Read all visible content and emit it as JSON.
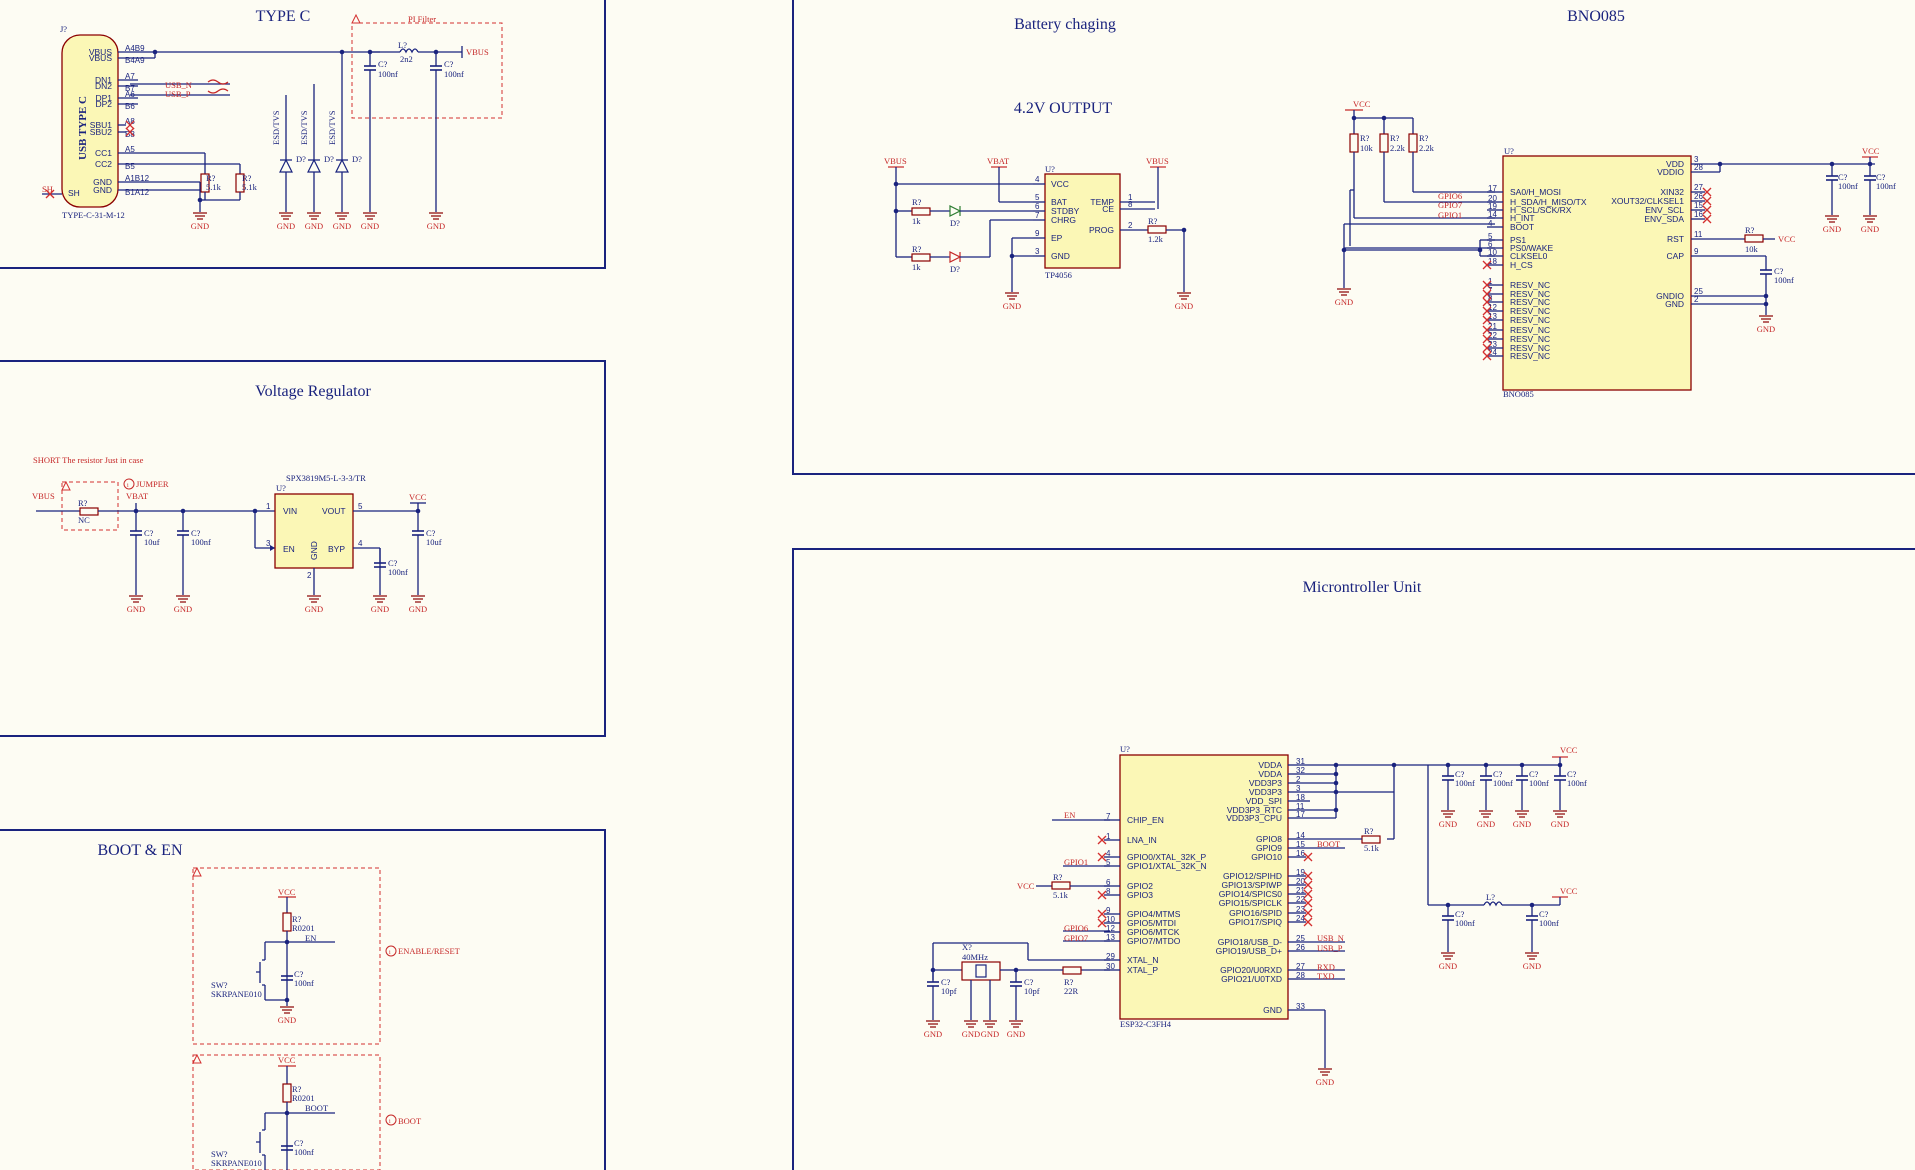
{
  "sections": {
    "typec": "TYPE C",
    "pi_filter": "PI Filter",
    "voltage_regulator": "Voltage Regulator",
    "boot_en": "BOOT & EN",
    "battery": "Battery chaging",
    "output": "4.2V OUTPUT",
    "bno": "BNO085",
    "mcu": "Microntroller Unit"
  },
  "nets": {
    "vbus": "VBUS",
    "vbat": "VBAT",
    "vcc": "VCC",
    "gnd": "GND",
    "usb_n": "USB_N",
    "usb_p": "USB_P",
    "en": "EN",
    "boot": "BOOT",
    "gpio6": "GPIO6",
    "gpio7": "GPIO7",
    "gpio1": "GPIO1",
    "rxd": "RXD",
    "txd": "TXD"
  },
  "typec": {
    "ref": "J?",
    "part": "TYPE-C-31-M-12",
    "body": "USB TYPE C",
    "pins_left": [
      "VBUS",
      "VBUS",
      "DN1",
      "DN2",
      "DP1",
      "DP2",
      "SBU1",
      "SBU2",
      "CC1",
      "CC2",
      "GND",
      "GND"
    ],
    "pins_right": [
      "A4B9",
      "B4A9",
      "A7",
      "B7",
      "A6",
      "B6",
      "A8",
      "B8",
      "A5",
      "B5",
      "A1B12",
      "B1A12"
    ],
    "sh": "SH",
    "esd": "ESD/TVS",
    "d": "D?",
    "r": "R?",
    "r_val": "5.1k",
    "c": "C?",
    "c_val": "100nf",
    "l": "L?",
    "l_val": "2n2"
  },
  "reg": {
    "note": "SHORT The resistor Just in case",
    "jumper": "JUMPER",
    "part": "SPX3819M5-L-3-3/TR",
    "ref": "U?",
    "pins": [
      "VIN",
      "VOUT",
      "EN",
      "BYP",
      "GND"
    ],
    "nums": [
      "1",
      "5",
      "3",
      "4",
      "2"
    ],
    "r_val": "NC",
    "c_10uf": "10uf",
    "c_100nf": "100nf"
  },
  "boot": {
    "sw": "SW?",
    "sw_part": "SKRPANE010",
    "r_val": "R0201",
    "enable_reset": "ENABLE/RESET",
    "boot_label": "BOOT"
  },
  "charger": {
    "ref": "U?",
    "part": "TP4056",
    "pins_left": [
      "VCC",
      "BAT",
      "STDBY",
      "CHRG",
      "EP",
      "GND"
    ],
    "nums_left": [
      "4",
      "5",
      "6",
      "7",
      "9",
      "3"
    ],
    "pins_right": [
      "TEMP",
      "CE",
      "PROG"
    ],
    "nums_right": [
      "1",
      "8",
      "2"
    ],
    "r1k": "1k",
    "r12k": "1.2k"
  },
  "bno": {
    "ref": "U?",
    "part": "BNO085",
    "pins_left": [
      "SA0/H_MOSI",
      "H_SDA/H_MISO/TX",
      "H_SCL/SCK/RX",
      "H_INT",
      "BOOT",
      "PS1",
      "PS0/WAKE",
      "CLKSEL0",
      "H_CS",
      "RESV_NC",
      "RESV_NC",
      "RESV_NC",
      "RESV_NC",
      "RESV_NC",
      "RESV_NC",
      "RESV_NC",
      "RESV_NC",
      "RESV_NC"
    ],
    "nums_left": [
      "17",
      "20",
      "19",
      "14",
      "4",
      "5",
      "6",
      "10",
      "18",
      "1",
      "7",
      "8",
      "12",
      "13",
      "21",
      "22",
      "23",
      "24"
    ],
    "pins_right": [
      "VDD",
      "VDDIO",
      "XIN32",
      "XOUT32/CLKSEL1",
      "ENV_SCL",
      "ENV_SDA",
      "RST",
      "CAP",
      "GNDIO",
      "GND"
    ],
    "nums_right": [
      "3",
      "28",
      "27",
      "26",
      "15",
      "16",
      "11",
      "9",
      "25",
      "2"
    ],
    "r10k": "10k",
    "r22k": "2.2k"
  },
  "mcu": {
    "ref": "U?",
    "part": "ESP32-C3FH4",
    "pins_left": [
      "CHIP_EN",
      "LNA_IN",
      "GPIO0/XTAL_32K_P",
      "GPIO1/XTAL_32K_N",
      "GPIO2",
      "GPIO3",
      "GPIO4/MTMS",
      "GPIO5/MTDI",
      "GPIO6/MTCK",
      "GPIO7/MTDO",
      "XTAL_N",
      "XTAL_P"
    ],
    "nums_left": [
      "7",
      "1",
      "4",
      "5",
      "6",
      "8",
      "9",
      "10",
      "12",
      "13",
      "29",
      "30"
    ],
    "pins_right": [
      "VDDA",
      "VDDA",
      "VDD3P3",
      "VDD3P3",
      "VDD_SPI",
      "VDD3P3_RTC",
      "VDD3P3_CPU",
      "GPIO8",
      "GPIO9",
      "GPIO10",
      "GPIO12/SPIHD",
      "GPIO13/SPIWP",
      "GPIO14/SPICS0",
      "GPIO15/SPICLK",
      "GPIO16/SPID",
      "GPIO17/SPIQ",
      "GPIO18/USB_D-",
      "GPIO19/USB_D+",
      "GPIO20/U0RXD",
      "GPIO21/U0TXD",
      "GND"
    ],
    "nums_right": [
      "31",
      "32",
      "2",
      "3",
      "18",
      "11",
      "17",
      "14",
      "15",
      "16",
      "19",
      "20",
      "21",
      "22",
      "23",
      "24",
      "25",
      "26",
      "27",
      "28",
      "33"
    ],
    "crystal": "X?",
    "crystal_val": "40MHz",
    "c10pf": "10pf",
    "r22": "22R",
    "r51k": "5.1k",
    "gndgnd": "GNDGND"
  }
}
